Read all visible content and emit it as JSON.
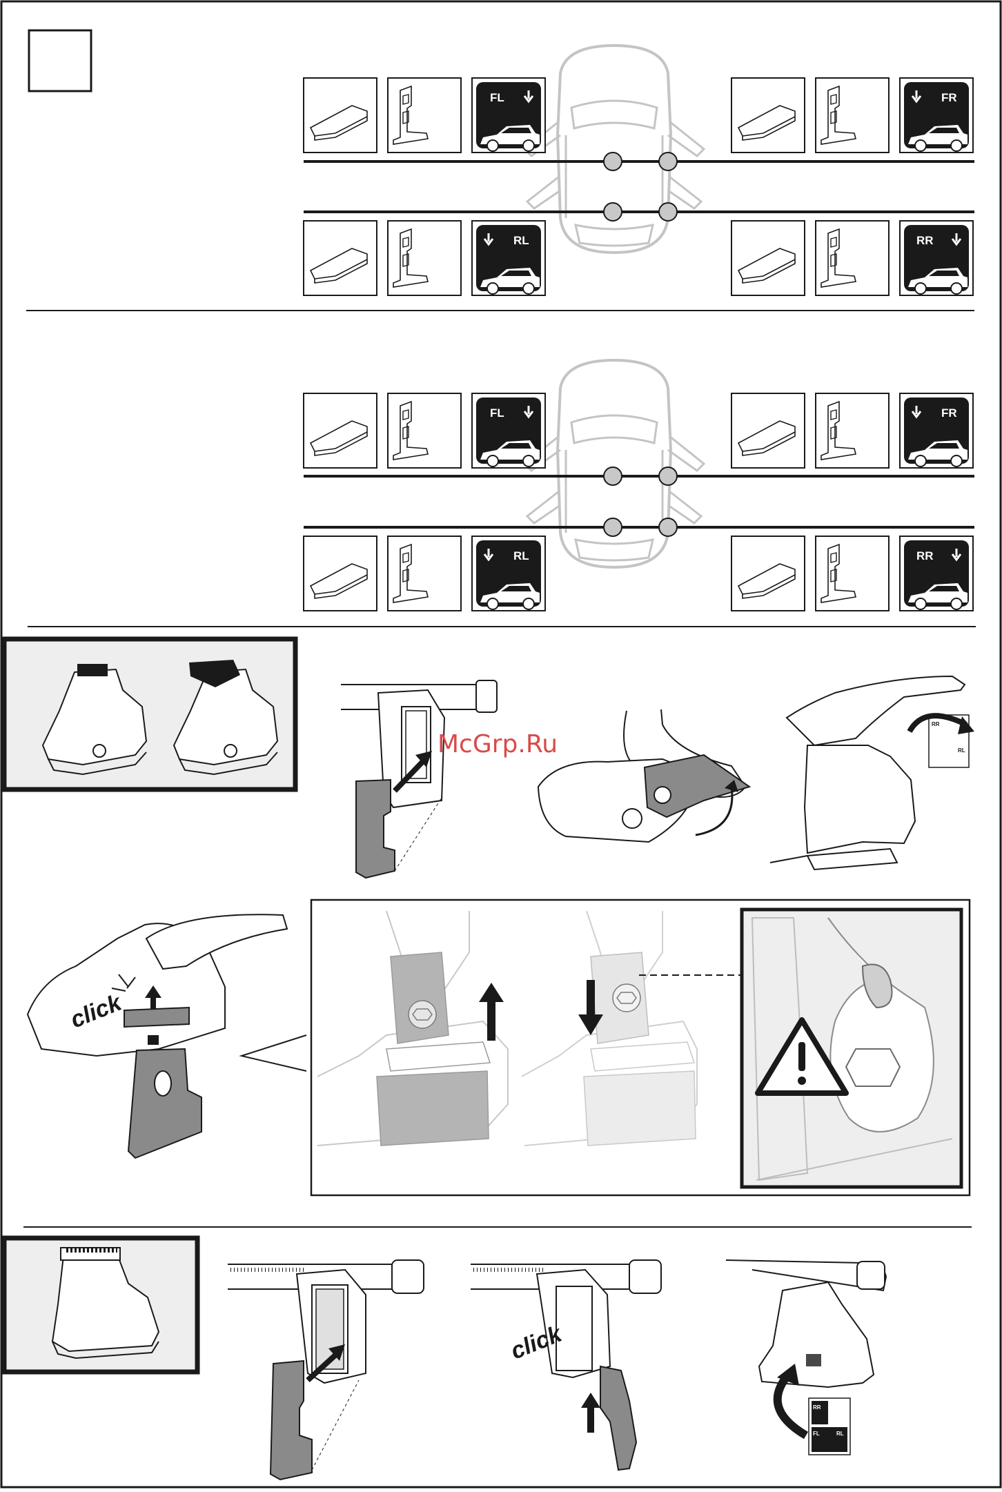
{
  "section1": {
    "corners": {
      "fl": "FL",
      "fr": "FR",
      "rl": "RL",
      "rr": "RR"
    }
  },
  "section2": {
    "corners": {
      "fl": "FL",
      "fr": "FR",
      "rl": "RL",
      "rr": "RR"
    }
  },
  "watermark": "McGrp.Ru",
  "labels": {
    "click_a": "click",
    "click_b": "click"
  },
  "mini_label": {
    "rr": "RR",
    "fl": "FL",
    "rl": "RL"
  },
  "colors": {
    "ink": "#1a1a1a",
    "panel_bg": "#eeeeee",
    "part_gray": "#8a8a8a",
    "ghost_gray": "#c8c8c8",
    "watermark_red": "#d94a4a"
  }
}
